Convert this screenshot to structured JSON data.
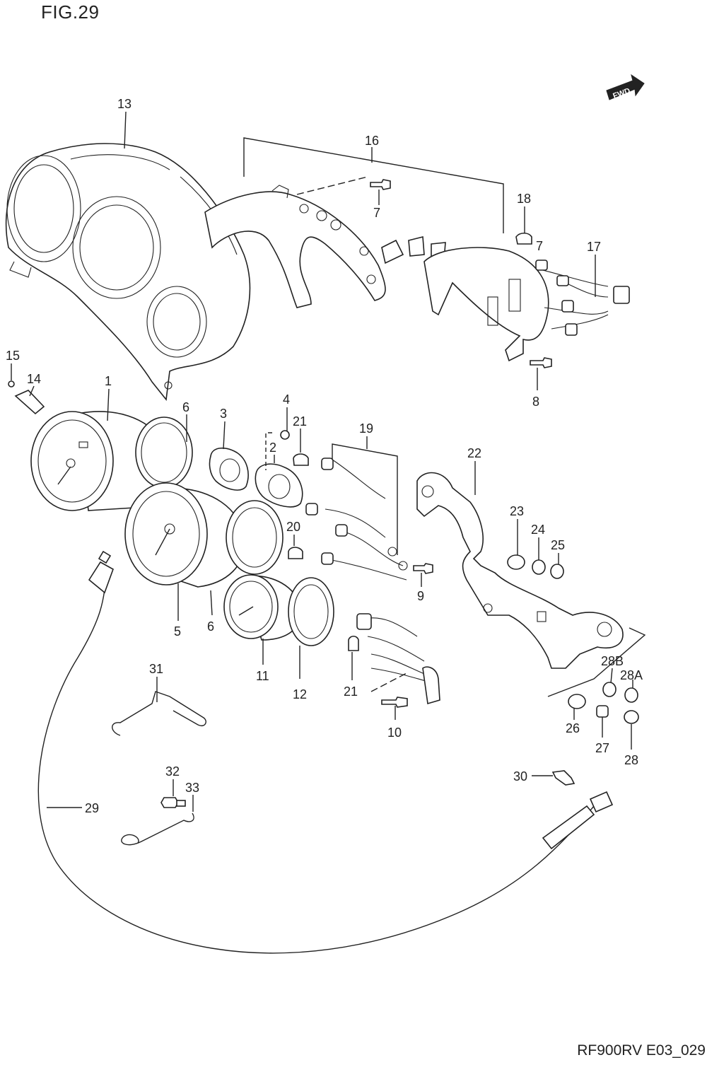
{
  "figure": {
    "title": "FIG.29",
    "code": "RF900RV E03_029"
  },
  "fwd_label": "FWD",
  "callouts": [
    {
      "id": "c13",
      "label": "13"
    },
    {
      "id": "c16",
      "label": "16"
    },
    {
      "id": "c7",
      "label": "7"
    },
    {
      "id": "c18",
      "label": "18"
    },
    {
      "id": "c17",
      "label": "17"
    },
    {
      "id": "c8",
      "label": "8"
    },
    {
      "id": "c15",
      "label": "15"
    },
    {
      "id": "c14",
      "label": "14"
    },
    {
      "id": "c1",
      "label": "1"
    },
    {
      "id": "c6a",
      "label": "6"
    },
    {
      "id": "c3",
      "label": "3"
    },
    {
      "id": "c4",
      "label": "4"
    },
    {
      "id": "c21a",
      "label": "21"
    },
    {
      "id": "c2",
      "label": "2"
    },
    {
      "id": "c19",
      "label": "19"
    },
    {
      "id": "c22",
      "label": "22"
    },
    {
      "id": "c23",
      "label": "23"
    },
    {
      "id": "c24",
      "label": "24"
    },
    {
      "id": "c25",
      "label": "25"
    },
    {
      "id": "c20",
      "label": "20"
    },
    {
      "id": "c9",
      "label": "9"
    },
    {
      "id": "c5",
      "label": "5"
    },
    {
      "id": "c6b",
      "label": "6"
    },
    {
      "id": "c11",
      "label": "11"
    },
    {
      "id": "c12",
      "label": "12"
    },
    {
      "id": "c21b",
      "label": "21"
    },
    {
      "id": "c10",
      "label": "10"
    },
    {
      "id": "c28B",
      "label": "28B"
    },
    {
      "id": "c28A",
      "label": "28A"
    },
    {
      "id": "c26",
      "label": "26"
    },
    {
      "id": "c27",
      "label": "27"
    },
    {
      "id": "c28",
      "label": "28"
    },
    {
      "id": "c31",
      "label": "31"
    },
    {
      "id": "c30",
      "label": "30"
    },
    {
      "id": "c32",
      "label": "32"
    },
    {
      "id": "c33",
      "label": "33"
    },
    {
      "id": "c29",
      "label": "29"
    }
  ]
}
